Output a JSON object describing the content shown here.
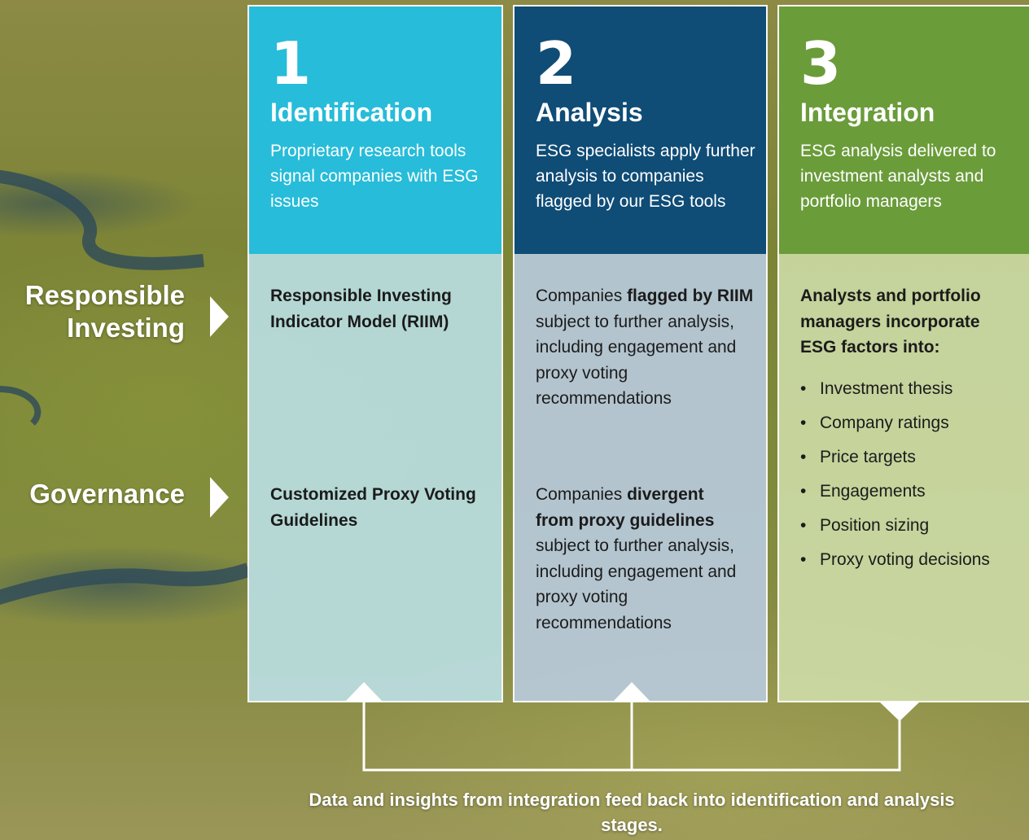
{
  "columns": [
    {
      "number": "1",
      "title": "Identification",
      "description": "Proprietary research tools signal companies with ESG issues",
      "color": "#27bcd9",
      "responsible_investing": [
        {
          "text": "Responsible Investing Indicator Model (RIIM)",
          "bold": true
        }
      ],
      "governance": [
        {
          "text": "Customized Proxy Voting Guidelines",
          "bold": true
        }
      ]
    },
    {
      "number": "2",
      "title": "Analysis",
      "description": "ESG specialists apply further analysis to companies flagged by our ESG tools",
      "color": "#0f4c76",
      "responsible_investing": [
        {
          "text": "Companies ",
          "bold": false
        },
        {
          "text": "flagged by RIIM",
          "bold": true
        },
        {
          "text": " subject to further analysis, including engagement and proxy voting recommendations",
          "bold": false
        }
      ],
      "governance": [
        {
          "text": "Companies ",
          "bold": false
        },
        {
          "text": "divergent from proxy guidelines",
          "bold": true
        },
        {
          "text": " subject to further analysis, including engagement and proxy voting recommendations",
          "bold": false
        }
      ]
    },
    {
      "number": "3",
      "title": "Integration",
      "description": "ESG analysis delivered to investment analysts and portfolio managers",
      "color": "#6a9c3a",
      "intro": "Analysts and portfolio managers incorporate ESG factors into:",
      "factors": [
        "Investment thesis",
        "Company ratings",
        "Price targets",
        "Engagements",
        "Position sizing",
        "Proxy voting decisions"
      ]
    }
  ],
  "rows": {
    "responsible_investing_label": "Responsible Investing",
    "governance_label": "Governance"
  },
  "footer": "Data and insights from integration feed back into identification and analysis stages."
}
